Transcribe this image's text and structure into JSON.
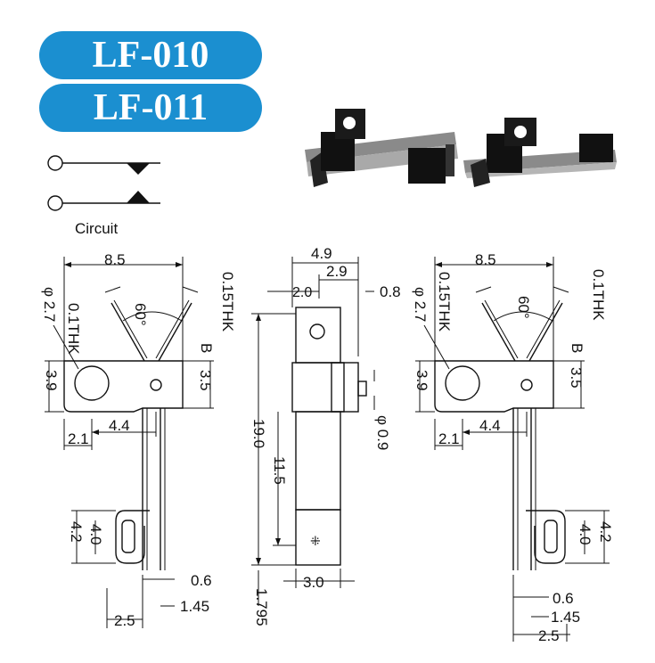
{
  "models": [
    "LF-010",
    "LF-011"
  ],
  "circuit_label": "Circuit",
  "colors": {
    "badge": "#1b8fd0",
    "badge_text": "#ffffff",
    "line": "#111111"
  },
  "left_view": {
    "width": "8.5",
    "hole_dia": "φ 2.7",
    "thk_left": "0.1THK",
    "thk_right": "0.15THK",
    "angle": "60°",
    "height_left": "3.9",
    "height_right": "3.5",
    "label_b": "B",
    "offset_a": "4.4",
    "offset_b": "2.1",
    "hook_outer": "4.2",
    "hook_inner": "4.0",
    "pin_width": "0.6",
    "pin_offset": "1.45",
    "pin_pitch": "2.5"
  },
  "side_view": {
    "width": "4.9",
    "width_b": "2.9",
    "width_c": "2.0",
    "tab": "0.8",
    "length": "19.0",
    "length_b": "11.5",
    "contact_dia": "φ 0.9",
    "tip_length": "1.795",
    "tip_width": "3.0"
  },
  "right_view": {
    "width": "8.5",
    "hole_dia": "φ 2.7",
    "thk_left": "0.15THK",
    "thk_right": "0.1THK",
    "angle": "60°",
    "height_left": "3.9",
    "height_right": "3.5",
    "label_b": "B",
    "offset_a": "4.4",
    "offset_b": "2.1",
    "hook_outer": "4.2",
    "hook_inner": "4.0",
    "pin_width": "0.6",
    "pin_offset": "1.45",
    "pin_pitch": "2.5"
  }
}
